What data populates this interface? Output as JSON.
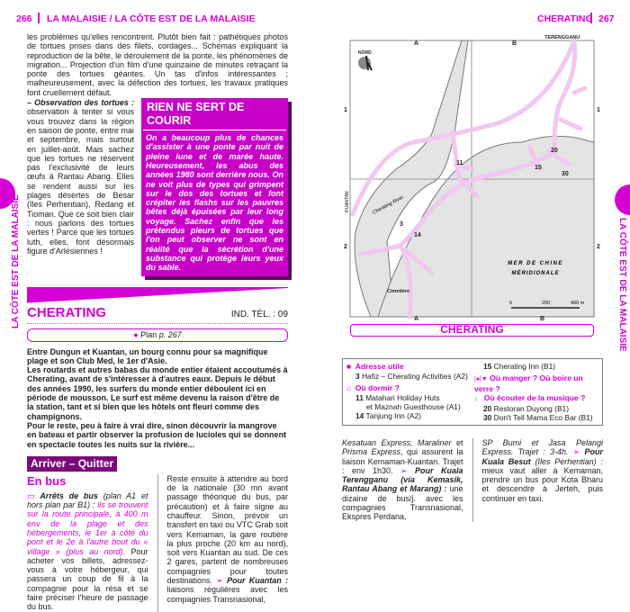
{
  "left_page": {
    "page_number": "266",
    "running_head": "LA MALAISIE / LA CÔTE EST DE LA MALAISIE",
    "intro": "les problèmes qu'elles rencontrent. Plutôt bien fait : pathétiques photos de tortues prises dans des filets, cordages... Schémas expliquant la reproduction de la bête, le déroulement de la ponte, les phénomènes de migration... Projection d'un film d'une quinzaine de minutes retraçant la ponte des tortues géantes. Un tas d'infos intéressantes ; malheureusement, avec la défection des tortues, les travaux pratiques font cruellement défaut.",
    "observation_title": "– Observation des tortues :",
    "observation_text": "observation à tenter si vous vous trouvez dans la région en saison de ponte, entre mai et septembre, mais surtout en juillet-août. Mais sachez que les tortues ne réservent pas l'exclusivité de leurs œufs à Rantau Abang. Elles se rendent aussi sur les plages désertes de Besar (îles Perhentian), Redang et Tioman. Que ce soit bien clair : nous parlons des tortues vertes ! Parce que les tortues luth, elles, font désormais figure d'Arlésiennes !",
    "callout": {
      "title": "RIEN NE SERT DE COURIR",
      "text": "On a beaucoup plus de chances d'assister à une ponte par nuit de pleine lune et de marée haute. Heureusement, les abus des années 1980 sont derrière nous. On ne voit plus de types qui grimpent sur le dos des tortues et font crépiter les flashs sur les pauvres bêtes déjà épuisées par leur long voyage. Sachez enfin que les prétendus pleurs de tortues que l'on peut observer ne sont en réalité que la sécrétion d'une substance qui protège leurs yeux du sable."
    },
    "side_label": "LA CÔTE EST DE LA MALAISIE",
    "section_title": "CHERATING",
    "phone_code": "IND. TÉL. : 09",
    "plan_ref_label": "Plan",
    "plan_ref_page": "p. 267",
    "body": [
      "Entre Dungun et Kuantan, un bourg connu pour sa magnifique plage et son Club Med, le 1er d'Asie.",
      "Les routards et autres babas du monde entier étaient accoutumés à Cherating, avant de s'intéresser à d'autres eaux. Depuis le début des années 1990, les surfers du monde entier déboulent ici en période de mousson. Le surf est même devenu la raison d'être de la station, tant et si bien que les hôtels ont fleuri comme des champignons.",
      "Pour le reste, peu à faire à vrai dire, sinon découvrir la mangrove en bateau et partir observer la profusion de lucioles qui se donnent en spectacle toutes les nuits sur la rivière..."
    ],
    "arriver_title": "Arriver – Quitter",
    "en_bus": "En bus",
    "bus_stop_title": "Arrêts de bus",
    "bus_stop_ref": "(plan A1 et hors plan par B1) :",
    "bus_stop_pink": "ils se trouvent sur la route principale, à 400 m env de la plage et des hébergements, le 1er à côté du pont et le 2e à l'autre bout du « village » (plus au nord).",
    "bus_stop_rest": "Pour acheter vos billets, adressez-vous à votre hébergeur, qui passera un coup de fil à la compagnie pour la résa et se faire préciser l'heure de passage du bus.",
    "col2_text": "Reste ensuite à attendre au bord de la nationale (30 mn avant passage théorique du bus, par précaution) et à faire signe au chauffeur. Sinon, prévoir un transfert en taxi ou VTC Grab soit vers Kemaman, la gare routière la plus proche (20 km au nord), soit vers Kuantan au sud. De ces 2 gares, partent de nombreuses compagnies pour toutes destinations.",
    "kuantan_title": "Pour Kuantan :",
    "kuantan_text": "liaisons régulières avec les compagnies Transnasional,"
  },
  "right_page": {
    "page_number": "267",
    "running_head": "CHERATING",
    "side_label": "LA CÔTE EST DE LA MALAISIE",
    "map": {
      "title": "CHERATING",
      "north": "NORD",
      "cols": [
        "A",
        "B"
      ],
      "rows": [
        "1",
        "2"
      ],
      "terengganu": "TERENGGANU",
      "kuantan": "KUANTAN",
      "river": "Cherating River",
      "sea": "MER DE CHINE",
      "sea2": "MÉRIDIONALE",
      "cemetery": "Cimetière",
      "scale": [
        "0",
        "200",
        "400 m"
      ],
      "markers": [
        "11",
        "3",
        "14",
        "15",
        "20",
        "30"
      ]
    },
    "legend": {
      "adresse": "Adresse utile",
      "adresse_items": [
        {
          "n": "3",
          "t": "Hafiz – Cherating Activities (A2)"
        }
      ],
      "dormir": "Où dormir ?",
      "dormir_items": [
        {
          "n": "11",
          "t": "Matahari Holiday Huts"
        },
        {
          "n": "",
          "t": "et Maznah Guesthouse (A1)"
        },
        {
          "n": "14",
          "t": "Tanjung Inn (A2)"
        },
        {
          "n": "15",
          "t": "Cherating Inn (B1)"
        }
      ],
      "manger": "Où manger ? Où boire un verre ?",
      "musique": "Où écouter de la musique ?",
      "manger_items": [
        {
          "n": "20",
          "t": "Restoran Duyong (B1)"
        },
        {
          "n": "30",
          "t": "Don't Tell Mama Eco Bar (B1)"
        }
      ]
    },
    "col1_html": "<i>Kesatuan Express, Maraliner</i> et <i>Prisma Express</i>, qui assurent la liaison Kemaman-Kuantan. Trajet : env 1h30.",
    "terengganu_title": "Pour Kuala Terengganu (via Kemasik, Rantau Abang et Marang) :",
    "terengganu_text": "une dizaine de bus/j. avec les compagnies Transnasional, Ekspres Perdana,",
    "col2_text": "SP Bumi et Jasa Pelangi Express. Trajet : 3-4h.",
    "besut_title": "Pour Kuala Besut",
    "besut_ref": "(îles Perhentian) :",
    "besut_text": "mieux vaut aller à Kemaman, prendre un bus pour Kota Bharu et descendre à Jerteh, puis continuer en taxi."
  },
  "colors": {
    "accent": "#d400d4",
    "dark_accent": "#7a0a7a",
    "road": "#f0c8f0",
    "water": "#e4e4e4"
  }
}
